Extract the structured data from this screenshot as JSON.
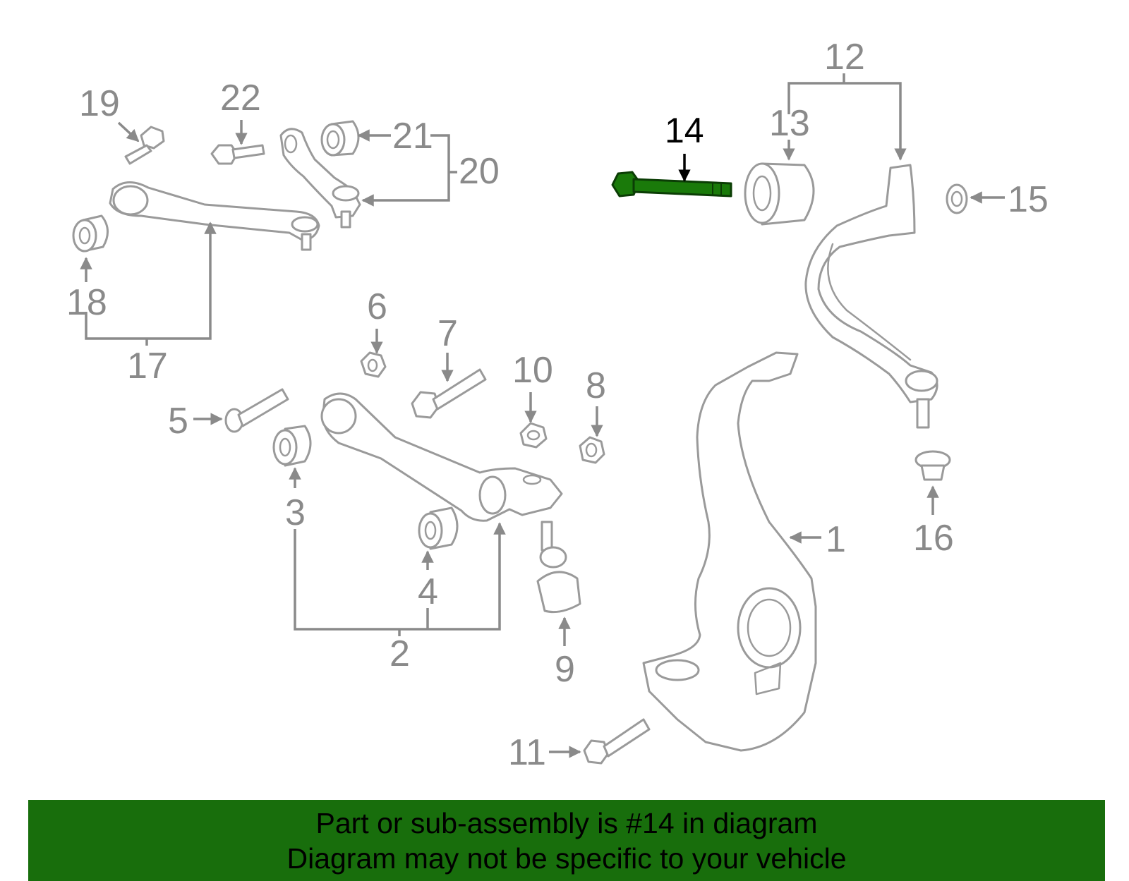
{
  "diagram": {
    "highlighted_part": "14",
    "accent_color": "#186e0c",
    "callouts": [
      "1",
      "2",
      "3",
      "4",
      "5",
      "6",
      "7",
      "8",
      "9",
      "10",
      "11",
      "12",
      "13",
      "14",
      "15",
      "16",
      "17",
      "18",
      "19",
      "20",
      "21",
      "22"
    ]
  },
  "footer": {
    "line1": "Part or sub-assembly is #14 in diagram",
    "line2": "Diagram may not be specific to your vehicle"
  }
}
